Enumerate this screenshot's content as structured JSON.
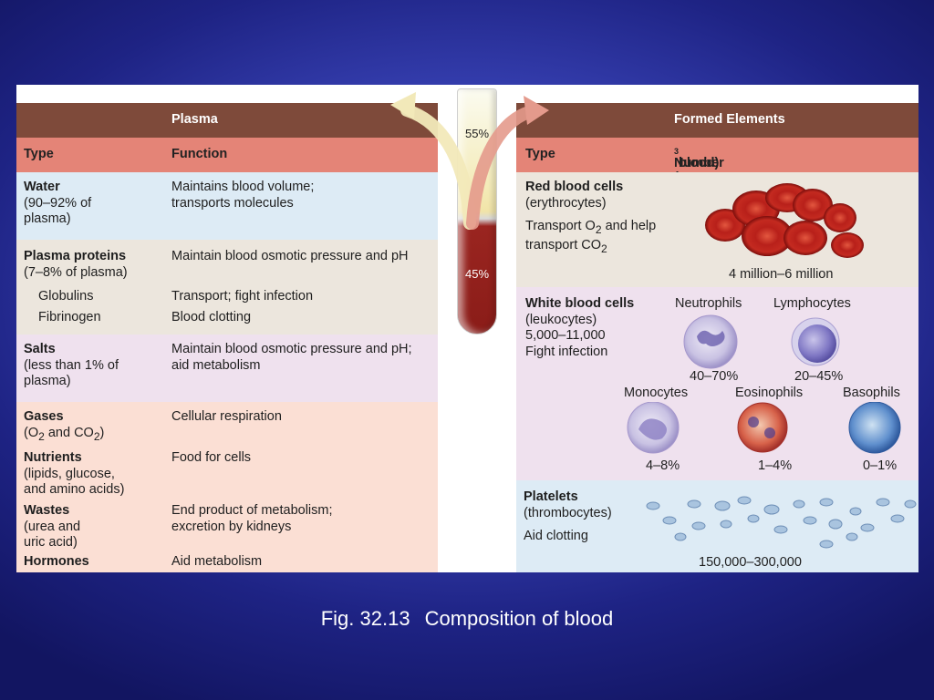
{
  "plasma": {
    "header": "Plasma",
    "col_type": "Type",
    "col_function": "Function",
    "water": {
      "name": "Water",
      "detail": [
        "(90–92% of",
        "plasma)"
      ],
      "function": [
        "Maintains blood volume;",
        "transports molecules"
      ]
    },
    "proteins": {
      "name": "Plasma proteins",
      "detail": "(7–8% of plasma)",
      "function": "Maintain blood osmotic pressure and pH",
      "globulins": "Globulins",
      "globulins_fn": "Transport; fight infection",
      "fibrinogen": "Fibrinogen",
      "fibrinogen_fn": "Blood clotting"
    },
    "salts": {
      "name": "Salts",
      "detail": [
        "(less than 1% of",
        "plasma)"
      ],
      "function": [
        "Maintain blood osmotic pressure and pH;",
        "aid metabolism"
      ]
    },
    "gases": {
      "name": "Gases",
      "detail_pre": "(O",
      "sub1": "2",
      "detail_mid": " and CO",
      "sub2": "2",
      "detail_post": ")",
      "function": "Cellular respiration"
    },
    "nutrients": {
      "name": "Nutrients",
      "detail": [
        "(lipids, glucose,",
        "and amino acids)"
      ],
      "function": "Food for cells"
    },
    "wastes": {
      "name": "Wastes",
      "detail": [
        "(urea and",
        "uric acid)"
      ],
      "function": [
        "End product of metabolism;",
        "excretion by kidneys"
      ]
    },
    "hormones": {
      "name": "Hormones",
      "function": "Aid metabolism"
    }
  },
  "tube": {
    "top_pct": "55%",
    "bottom_pct": "45%"
  },
  "formed": {
    "header": "Formed Elements",
    "col_type": "Type",
    "col_number_pre": "Number (per mm",
    "col_number_sup": "3",
    "col_number_post": " blood)",
    "rbc": {
      "name": "Red blood cells",
      "alt": "(erythrocytes)",
      "fn1_pre": "Transport O",
      "fn1_sub": "2",
      "fn1_post": " and help",
      "fn2_pre": "transport CO",
      "fn2_sub": "2",
      "count": "4 million–6 million"
    },
    "wbc": {
      "name": "White blood cells",
      "alt": "(leukocytes)",
      "range": "5,000–11,000",
      "fn": "Fight infection",
      "neutrophils": "Neutrophils",
      "neutrophils_pct": "40–70%",
      "lymphocytes": "Lymphocytes",
      "lymphocytes_pct": "20–45%",
      "monocytes": "Monocytes",
      "monocytes_pct": "4–8%",
      "eosinophils": "Eosinophils",
      "eosinophils_pct": "1–4%",
      "basophils": "Basophils",
      "basophils_pct": "0–1%"
    },
    "platelets": {
      "name": "Platelets",
      "alt": "(thrombocytes)",
      "fn": "Aid clotting",
      "count": "150,000–300,000"
    }
  },
  "caption": {
    "fig": "Fig. 32.13",
    "title": "Composition of blood"
  }
}
